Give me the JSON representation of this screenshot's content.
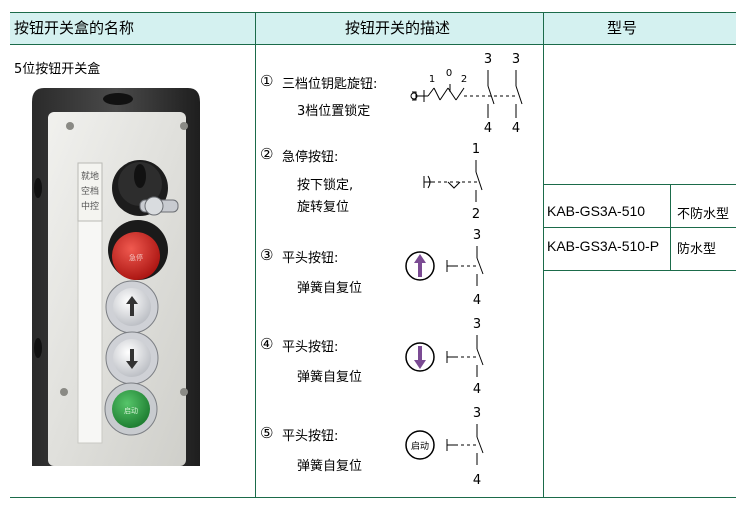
{
  "headers": {
    "name": "按钮开关盒的名称",
    "description": "按钮开关的描述",
    "model": "型号"
  },
  "box_name": "5位按钮开关盒",
  "box_label": [
    "就地",
    "空档",
    "中控"
  ],
  "items": [
    {
      "num": "①",
      "title": "三档位钥匙旋钮:",
      "sub": "3档位置锁定"
    },
    {
      "num": "②",
      "title": "急停按钮:",
      "sub1": "按下锁定,",
      "sub2": "旋转复位"
    },
    {
      "num": "③",
      "title": "平头按钮:",
      "sub": "弹簧自复位"
    },
    {
      "num": "④",
      "title": "平头按钮:",
      "sub": "弹簧自复位"
    },
    {
      "num": "⑤",
      "title": "平头按钮:",
      "sub": "弹簧自复位"
    }
  ],
  "diagram_labels": {
    "d1_pos": [
      "1",
      "0",
      "2"
    ],
    "d1_top": [
      "3",
      "3"
    ],
    "d1_bot": [
      "4",
      "4"
    ],
    "d2_top": "1",
    "d2_bot": "2",
    "d3_top": "3",
    "d3_bot": "4",
    "d4_top": "3",
    "d4_bot": "4",
    "d5_top": "3",
    "d5_bot": "4",
    "start_icon_text": "启动"
  },
  "models": [
    {
      "code": "KAB-GS3A-510",
      "type": "不防水型"
    },
    {
      "code": "KAB-GS3A-510-P",
      "type": "防水型"
    }
  ],
  "colors": {
    "header_bg": "#d4f1f0",
    "rule": "#1b6b4a",
    "estop_red": "#d42a25",
    "start_green": "#2f9a43",
    "arrow_purple": "#7b4b93"
  }
}
